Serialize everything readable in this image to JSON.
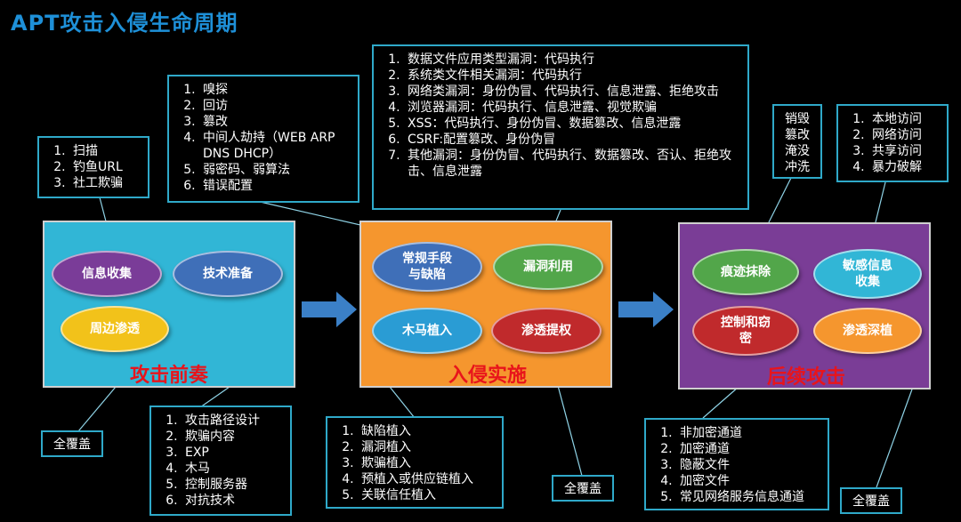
{
  "title": "APT攻击入侵生命周期",
  "box_scan": [
    "扫描",
    "钓鱼URL",
    "社工欺骗"
  ],
  "box_sniff": [
    "嗅探",
    "回访",
    "篡改",
    "中间人劫持（WEB ARP DNS DHCP）",
    "弱密码、弱算法",
    "错误配置"
  ],
  "box_vuln": [
    "数据文件应用类型漏洞：代码执行",
    "系统类文件相关漏洞：代码执行",
    "网络类漏洞：身份伪冒、代码执行、信息泄露、拒绝攻击",
    "浏览器漏洞：代码执行、信息泄露、视觉欺骗",
    "XSS：代码执行、身份伪冒、数据篡改、信息泄露",
    "CSRF:配置篡改、身份伪冒",
    "其他漏洞：身份伪冒、代码执行、数据篡改、否认、拒绝攻击、信息泄露"
  ],
  "box_destroy": [
    "销毁",
    "篡改",
    "淹没",
    "冲洗"
  ],
  "box_access": [
    "本地访问",
    "网络访问",
    "共享访问",
    "暴力破解"
  ],
  "box_path": [
    "攻击路径设计",
    "欺骗内容",
    "EXP",
    "木马",
    "控制服务器",
    "对抗技术"
  ],
  "box_implant": [
    "缺陷植入",
    "漏洞植入",
    "欺骗植入",
    "预植入或供应链植入",
    "关联信任植入"
  ],
  "box_channel": [
    "非加密通道",
    "加密通道",
    "隐蔽文件",
    "加密文件",
    "常见网络服务信息通道"
  ],
  "cover_label": "全覆盖",
  "stage1": {
    "label": "攻击前奏",
    "ell1": "信息收集",
    "ell2": "技术准备",
    "ell3": "周边渗透",
    "bg": "#31b6d6"
  },
  "stage2": {
    "label": "入侵实施",
    "ell1": "常规手段\n与缺陷",
    "ell2": "漏洞利用",
    "ell3": "木马植入",
    "ell4": "渗透提权",
    "bg": "#f5962e"
  },
  "stage3": {
    "label": "后续攻击",
    "ell1": "痕迹抹除",
    "ell2": "敏感信息\n收集",
    "ell3": "控制和窃\n密",
    "ell4": "渗透深植",
    "bg": "#7a3d96"
  }
}
